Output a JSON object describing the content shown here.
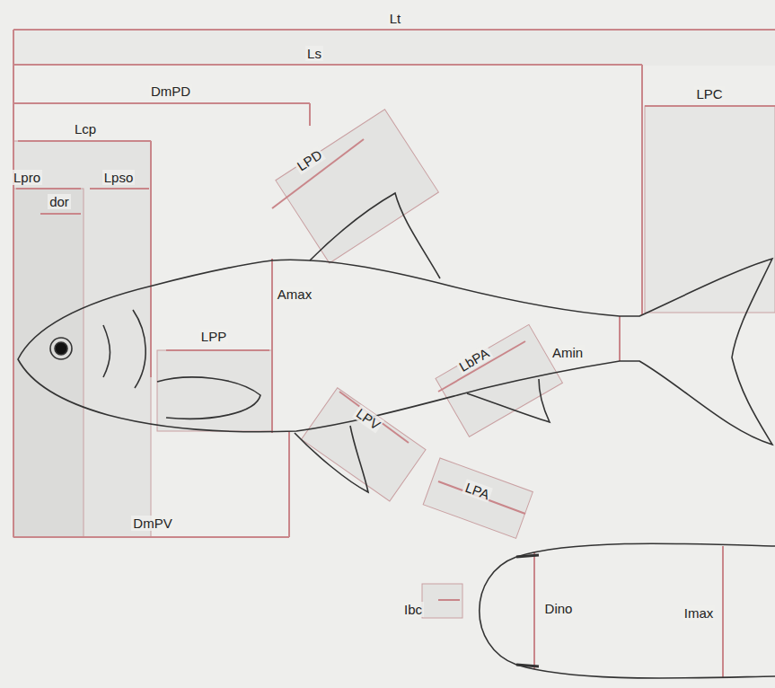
{
  "diagram": {
    "labels": [
      "Lt",
      "Ls",
      "DmPD",
      "LPC",
      "Lcp",
      "Lpro",
      "Lpso",
      "dor",
      "LPD",
      "Amax",
      "LPP",
      "LbPA",
      "Amin",
      "LPV",
      "LPA",
      "DmPV",
      "Ibc",
      "Dino",
      "Imax"
    ]
  }
}
